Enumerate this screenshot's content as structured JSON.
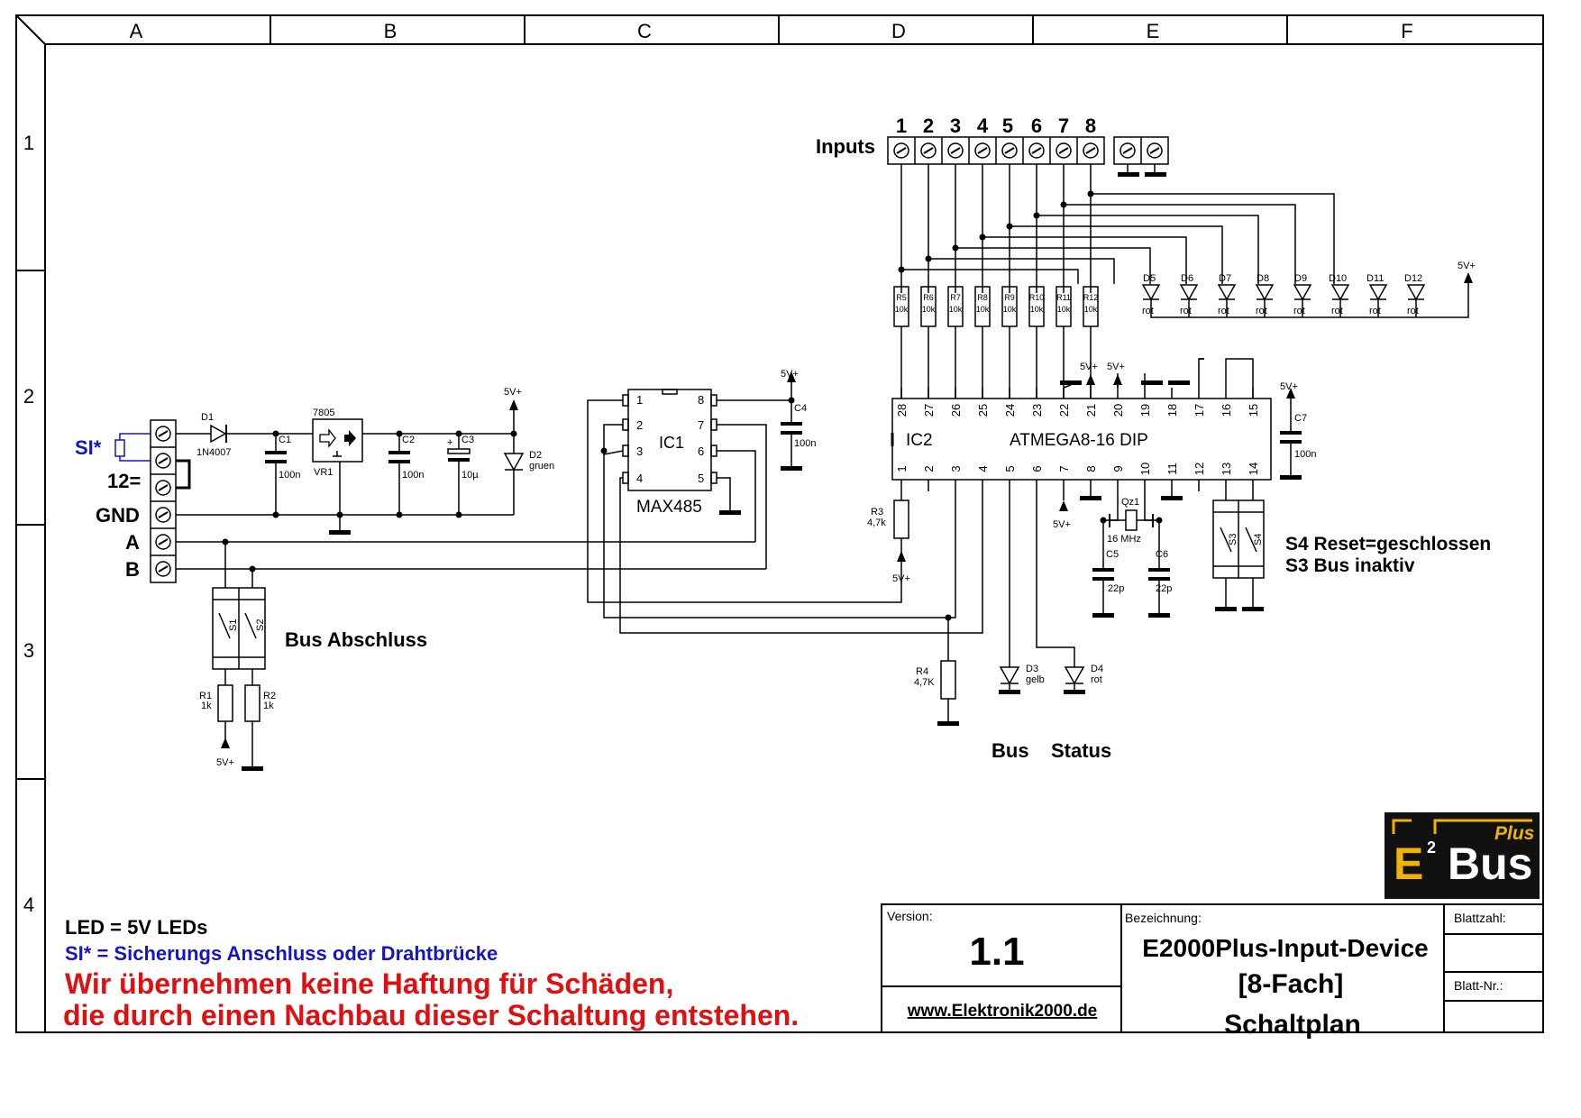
{
  "grid": {
    "columns": [
      "A",
      "B",
      "C",
      "D",
      "E",
      "F"
    ],
    "rows": [
      "1",
      "2",
      "3",
      "4"
    ]
  },
  "inputs": {
    "label": "Inputs",
    "numbers": [
      "1",
      "2",
      "3",
      "4",
      "5",
      "6",
      "7",
      "8"
    ]
  },
  "terminal": {
    "si": "SI*",
    "v12": "12=",
    "gnd": "GND",
    "a": "A",
    "b": "B"
  },
  "components": {
    "d1": "D1",
    "d1_val": "1N4007",
    "c1": "C1",
    "c1_val": "100n",
    "vr_type": "7805",
    "vr": "VR1",
    "c2": "C2",
    "c2_val": "100n",
    "c3": "C3",
    "c3_val": "10µ",
    "d2": "D2",
    "d2_val": "gruen",
    "ic1": "IC1",
    "ic1_type": "MAX485",
    "c4": "C4",
    "c4_val": "100n",
    "ic2": "IC2",
    "ic2_type": "ATMEGA8-16 DIP",
    "c7": "C7",
    "c7_val": "100n",
    "r3": "R3",
    "r3_val": "4,7k",
    "r4": "R4",
    "r4_val": "4,7K",
    "qz": "Qz1",
    "qz_val": "16 MHz",
    "c5": "C5",
    "c5_val": "22p",
    "c6": "C6",
    "c6_val": "22p",
    "s1": "S1",
    "s2": "S2",
    "s3": "S3",
    "s4": "S4",
    "r1": "R1",
    "r1_val": "1k",
    "r2": "R2",
    "r2_val": "1k",
    "d3": "D3",
    "d3_val": "gelb",
    "d4": "D4",
    "d4_val": "rot",
    "input_resistors": [
      "R5",
      "R6",
      "R7",
      "R8",
      "R9",
      "R10",
      "R11",
      "R12"
    ],
    "input_resistor_val": "10k",
    "input_leds": [
      "D5",
      "D6",
      "D7",
      "D8",
      "D9",
      "D10",
      "D11",
      "D12"
    ],
    "input_led_val": "rot",
    "vcc": "5V+"
  },
  "ic1_pins": [
    "1",
    "2",
    "3",
    "4",
    "5",
    "6",
    "7",
    "8"
  ],
  "ic2_top_pins": [
    "28",
    "27",
    "26",
    "25",
    "24",
    "23",
    "22",
    "21",
    "20",
    "19",
    "18",
    "17",
    "16",
    "15"
  ],
  "ic2_bottom_pins": [
    "1",
    "2",
    "3",
    "4",
    "5",
    "6",
    "7",
    "8",
    "9",
    "10",
    "11",
    "12",
    "13",
    "14"
  ],
  "labels": {
    "bus_abschluss": "Bus Abschluss",
    "bus": "Bus",
    "status": "Status",
    "s4_note": "S4 Reset=geschlossen",
    "s3_note": "S3 Bus inaktiv"
  },
  "notes": {
    "led": "LED = 5V LEDs",
    "si": "SI* = Sicherungs Anschluss oder Drahtbrücke",
    "warning1": "Wir übernehmen keine Haftung für Schäden,",
    "warning2": "die durch einen Nachbau dieser Schaltung entstehen."
  },
  "title_block": {
    "version_label": "Version:",
    "version": "1.1",
    "website": "www.Elektronik2000.de",
    "designation_label": "Bezeichnung:",
    "title1": "E2000Plus-Input-Device",
    "title2": "[8-Fach]",
    "title3": "Schaltplan",
    "sheet_count_label": "Blattzahl:",
    "sheet_no_label": "Blatt-Nr.:"
  },
  "logo": {
    "e": "E",
    "sup": "2",
    "bus": "Bus",
    "plus": "Plus"
  },
  "colors": {
    "blue": "#1414c8",
    "red": "#e01010",
    "logo_bg": "#111111",
    "logo_gold": "#f0b400"
  }
}
